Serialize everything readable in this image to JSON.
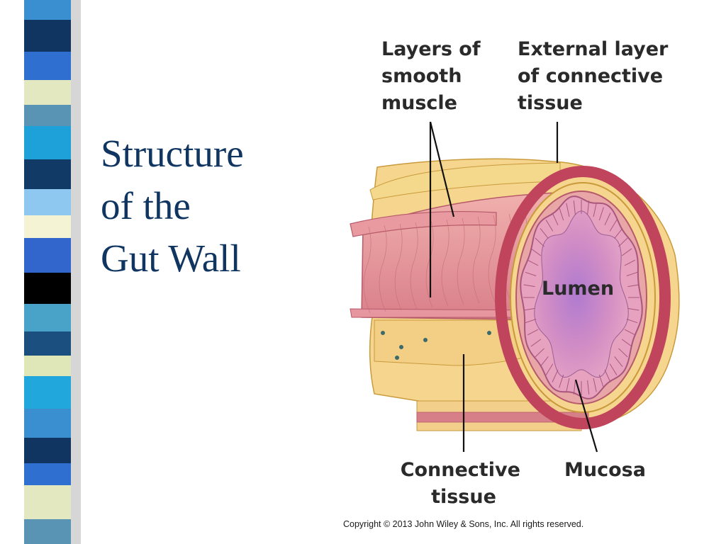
{
  "slide": {
    "title_lines": [
      "Structure",
      "of the",
      "Gut Wall"
    ]
  },
  "diagram": {
    "labels": {
      "smooth_muscle": [
        "Layers of",
        "smooth",
        "muscle"
      ],
      "external_layer": [
        "External layer",
        "of connective",
        "tissue"
      ],
      "lumen": "Lumen",
      "connective_tissue": [
        "Connective",
        "tissue"
      ],
      "mucosa": "Mucosa"
    },
    "copyright": "Copyright © 2013 John Wiley & Sons, Inc. All rights reserved."
  },
  "colors": {
    "title": "#0f3560",
    "muscle": "#e28f95",
    "connective": "#f6d68e",
    "outer_wall": "#c0445c",
    "mucosa": "#d89ac8",
    "lumen_purple": "#9a6ac0"
  }
}
